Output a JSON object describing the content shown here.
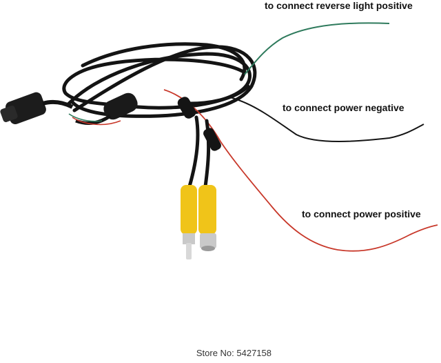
{
  "labels": {
    "reverse_light": "to connect reverse light positive",
    "power_negative": "to connect power negative",
    "power_positive": "to connect power positive"
  },
  "watermark": "Store No: 5427158",
  "colors": {
    "cable": "#141414",
    "green_wire": "#2e7a5c",
    "red_wire": "#c8382a",
    "rca_plug": "#f0c419",
    "metal": "#c9c9c9"
  }
}
